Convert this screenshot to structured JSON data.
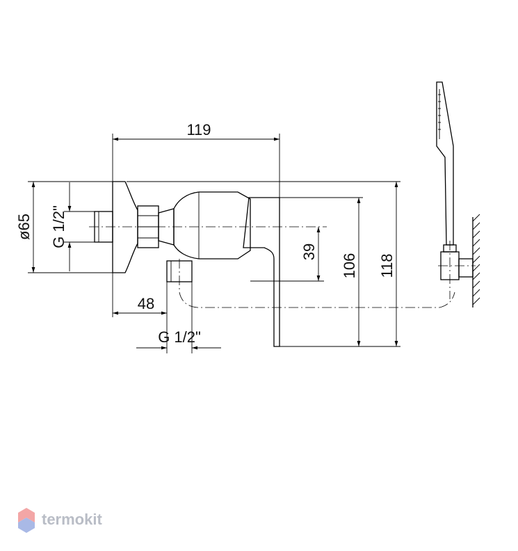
{
  "dimensions": {
    "overall_length": "119",
    "flange_diameter": "ø65",
    "inlet_thread": "G 1/2\"",
    "outlet_thread": "G 1/2\"",
    "outlet_offset": "48",
    "center_height": "39",
    "lever_height": "106",
    "total_height": "118"
  },
  "watermark": {
    "brand": "termokit"
  },
  "colors": {
    "line": "#000000",
    "watermark_gray": "#b9bdc6",
    "logo_red": "#f3a6a6",
    "logo_blue": "#a9b9e6"
  }
}
